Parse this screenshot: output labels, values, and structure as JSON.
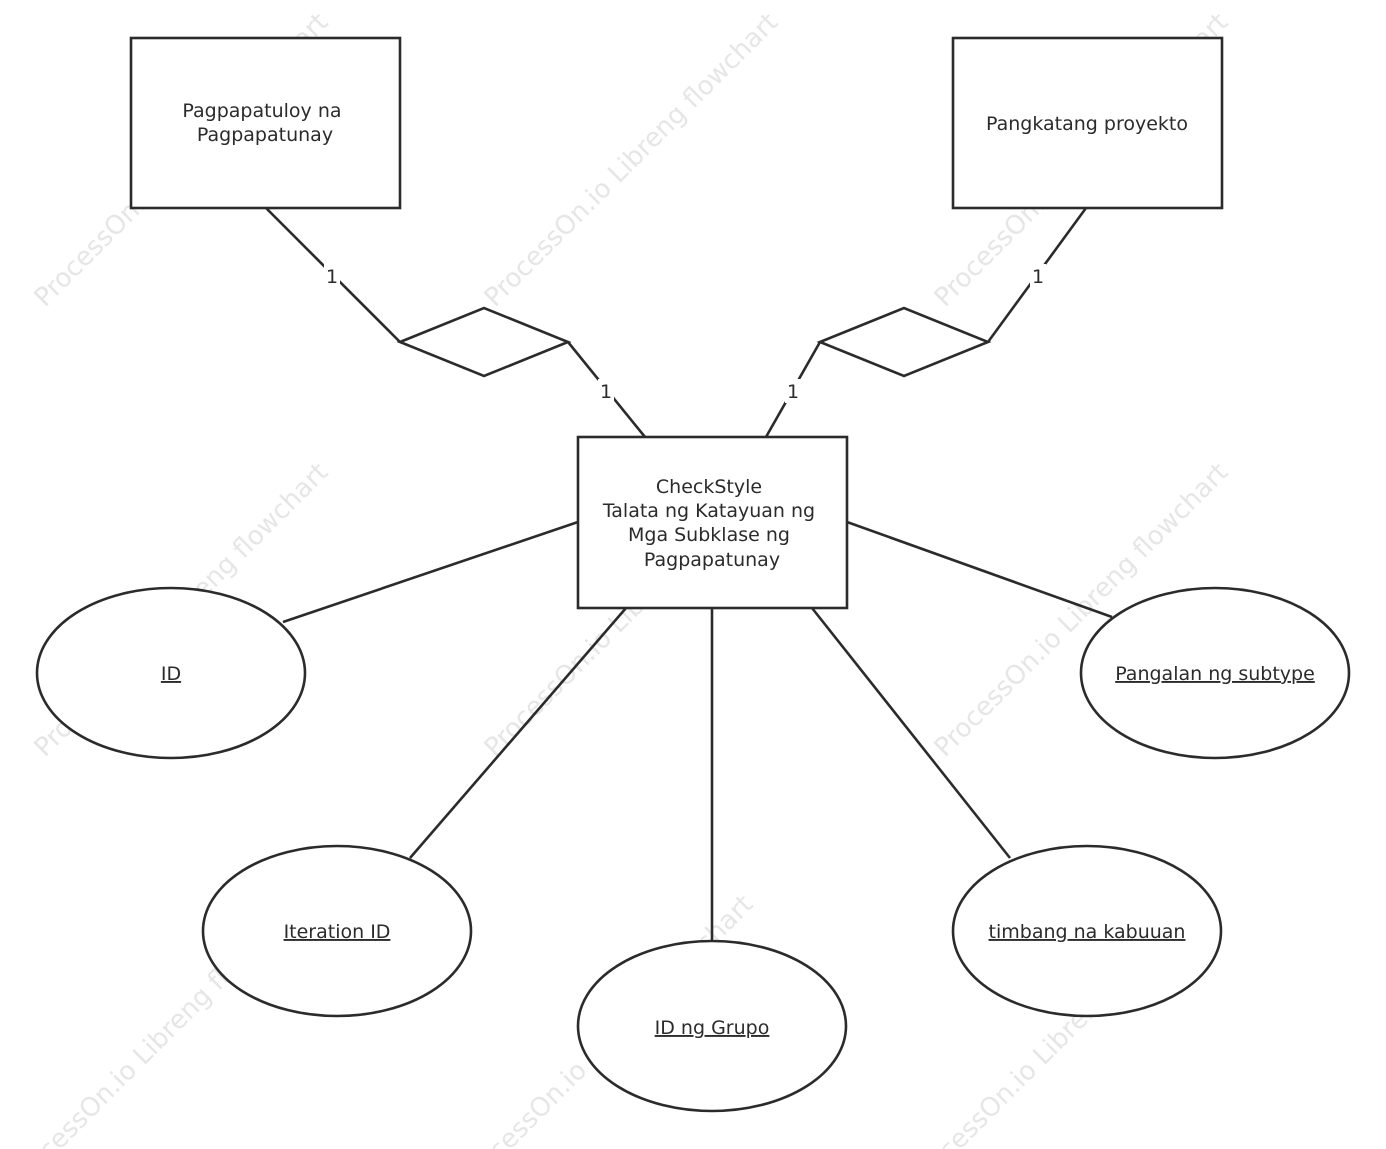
{
  "watermark": {
    "text": "ProcessOn.io Libreng flowchart"
  },
  "entities": {
    "pagpapatuloy": {
      "lines": [
        "Pagpapatuloy na",
        "Pagpapatunay"
      ]
    },
    "pangkatang": {
      "lines": [
        "Pangkatang proyekto"
      ]
    },
    "checkstyle": {
      "lines": [
        "CheckStyle",
        "Talata ng Katayuan ng",
        "Mga Subklase ng",
        "Pagpapatunay"
      ]
    }
  },
  "attributes": {
    "id": "ID",
    "iteration_id": "Iteration ID",
    "group_id": "ID ng Grupo",
    "subtype_name": "Pangalan ng subtype",
    "total_weight": "timbang na kabuuan"
  },
  "cardinalities": {
    "left_top": "1",
    "left_bottom": "1",
    "right_top": "1",
    "right_bottom": "1"
  }
}
